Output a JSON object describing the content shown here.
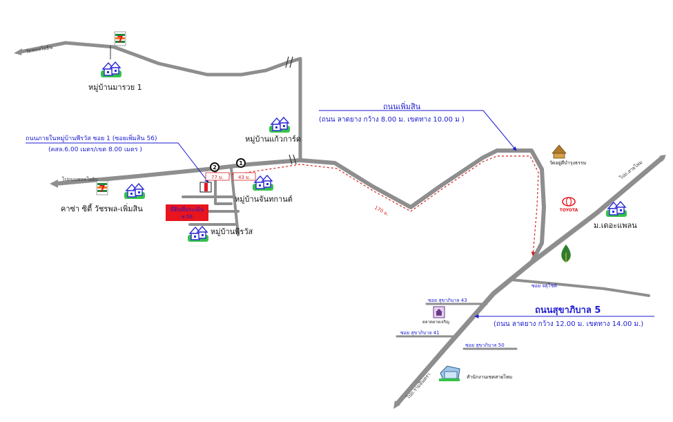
{
  "colors": {
    "road": "#8e8e8e",
    "route": "#d62020",
    "label_blue": "#1a1ad0",
    "highlight": "#e8141e",
    "seven_eleven_green": "#1d8a3a",
    "seven_eleven_orange": "#f07a16"
  },
  "roads": {
    "phoemsin_name": "ถนนเพิ่มสิน",
    "phoemsin_spec": "(ถนน ลาดยาง กว้าง 8.00 ม. เขตทาง 10.00 ม )",
    "soi1_name": "ถนนภายในหมู่บ้านพีรวัส ซอย 1 (ซอยเพิ่มสิน 56)",
    "soi1_spec": "(คสล.6.00 เมตร/เขต 8.00 เมตร )",
    "sukhaphiban5_name": "ถนนสุขาภิบาล 5",
    "sukhaphiban5_spec": "(ถนน ลาดยาง กว้าง 12.00 ม. เขตทาง 14.00 ม.)",
    "soi_43": "ซอย สุขาภิบาล 43",
    "soi_41": "ซอย สุขาภิบาล 41",
    "soi_50": "ซอย สุขาภิบาล 50",
    "soi_jatuchot": "ซอย จตุโชติ",
    "dir_top_left": "วัดพหลโยธิน",
    "dir_left": "ไปถนนพหลโยธิน",
    "dir_top_right": "ไปถ.สายไหม",
    "dir_bottom": "ไปถ.รามอินทรา"
  },
  "places": {
    "maruai": "หมู่บ้านมารวย 1",
    "kaewkan": "หมู่บ้านแก้วการ์ด",
    "janthakan": "หมู่บ้านจันทกานต์",
    "phirawat": "หมู่บ้านพีรวัส",
    "casa_city": "คาซ่า ซิตี้ วัชรพล-เพิ่มสิน",
    "the_plan": "ม.เดอะแพลน",
    "wat": "วัดอยู่ดีบำรุงธรรม",
    "toyota": "TOYOTA",
    "market": "ตลาดยายเจริญ",
    "district_office": "สำนักงานเขตสายไหม",
    "target_box_line1": "ที่ดินที่ประเมิน",
    "target_box_line2": "ซ.56"
  },
  "markers": {
    "marker_1": "1",
    "marker_2": "2"
  },
  "distances": {
    "d_77": "77 ม.",
    "d_43": "43 ม.",
    "d_170": "170 ม."
  },
  "icons": [
    "seven-eleven-icon",
    "house-icon",
    "temple-icon",
    "toyota-logo-icon",
    "tree-icon",
    "market-icon",
    "office-building-icon"
  ]
}
